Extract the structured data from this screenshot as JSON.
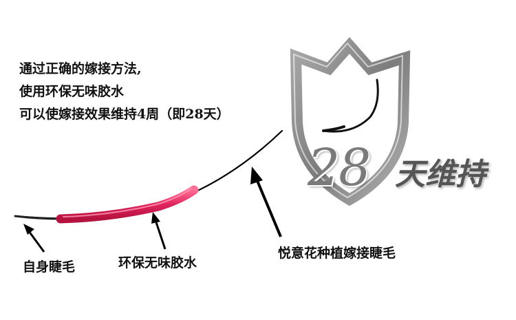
{
  "intro": {
    "line1": "通过正确的嫁接方法,",
    "line2": "使用环保无味胶水",
    "line3": "可以使嫁接效果维持4周（即28天）"
  },
  "labels": {
    "natural_lash": "自身睫毛",
    "glue": "环保无味胶水",
    "extension_lash": "悦意花种植嫁接睫毛"
  },
  "badge": {
    "number": "28",
    "text": "天维持"
  },
  "colors": {
    "text": "#111111",
    "glue": "#e0245e",
    "shield": "#8a8a8a",
    "lash": "#000000"
  }
}
